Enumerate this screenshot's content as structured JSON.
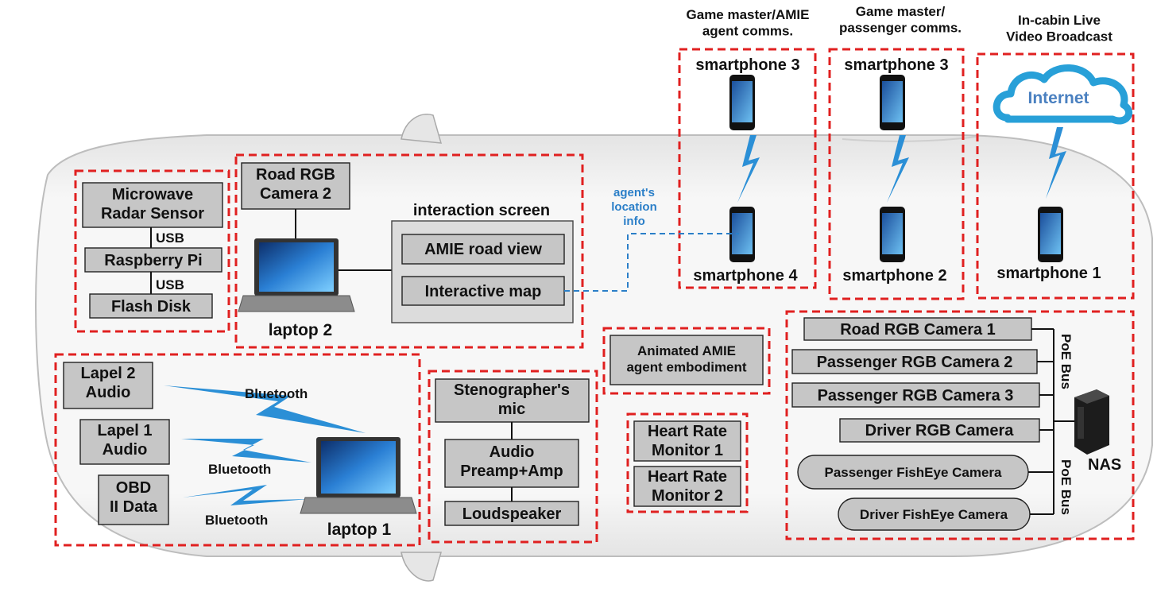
{
  "groups": {
    "game_master_amie": "Game master/AMIE\nagent comms.",
    "game_master_passenger": "Game master/\npassenger comms.",
    "live_broadcast": "In-cabin Live\nVideo Broadcast"
  },
  "phones": {
    "p3a": "smartphone 3",
    "p4": "smartphone 4",
    "p3b": "smartphone 3",
    "p2": "smartphone 2",
    "p1": "smartphone 1"
  },
  "internet": "Internet",
  "radar_group": {
    "radar": "Microwave\nRadar Sensor",
    "usb1": "USB",
    "pi": "Raspberry Pi",
    "usb2": "USB",
    "disk": "Flash Disk"
  },
  "laptop2_group": {
    "cam": "Road RGB\nCamera 2",
    "laptop": "laptop 2",
    "screen_title": "interaction screen",
    "road_view": "AMIE road view",
    "map": "Interactive map"
  },
  "location_note": "agent's\nlocation\ninfo",
  "laptop1_group": {
    "lapel2": "Lapel 2\nAudio",
    "lapel1": "Lapel 1\nAudio",
    "obd": "OBD\nII Data",
    "bt1": "Bluetooth",
    "bt2": "Bluetooth",
    "bt3": "Bluetooth",
    "laptop": "laptop 1"
  },
  "audio_group": {
    "mic": "Stenographer's\nmic",
    "preamp": "Audio\nPreamp+Amp",
    "speaker": "Loudspeaker"
  },
  "embodiment": "Animated AMIE\nagent embodiment",
  "heart": {
    "hr1": "Heart Rate\nMonitor 1",
    "hr2": "Heart Rate\nMonitor 2"
  },
  "nas_group": {
    "road1": "Road RGB Camera 1",
    "pass2": "Passenger RGB Camera 2",
    "pass3": "Passenger RGB Camera 3",
    "driver": "Driver RGB Camera",
    "pfish": "Passenger FishEye Camera",
    "dfish": "Driver FishEye Camera",
    "poe1": "PoE Bus",
    "poe2": "PoE Bus",
    "nas": "NAS"
  }
}
